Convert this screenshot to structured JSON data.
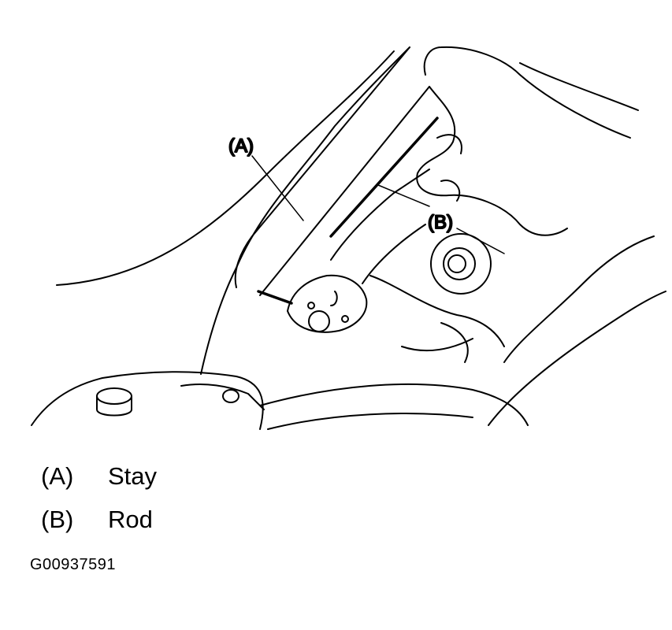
{
  "callouts": {
    "a": "(A)",
    "b": "(B)"
  },
  "legend": [
    {
      "key": "(A)",
      "text": "Stay"
    },
    {
      "key": "(B)",
      "text": "Rod"
    }
  ],
  "figure_id": "G00937591",
  "colors": {
    "line": "#000000",
    "background": "#ffffff"
  }
}
